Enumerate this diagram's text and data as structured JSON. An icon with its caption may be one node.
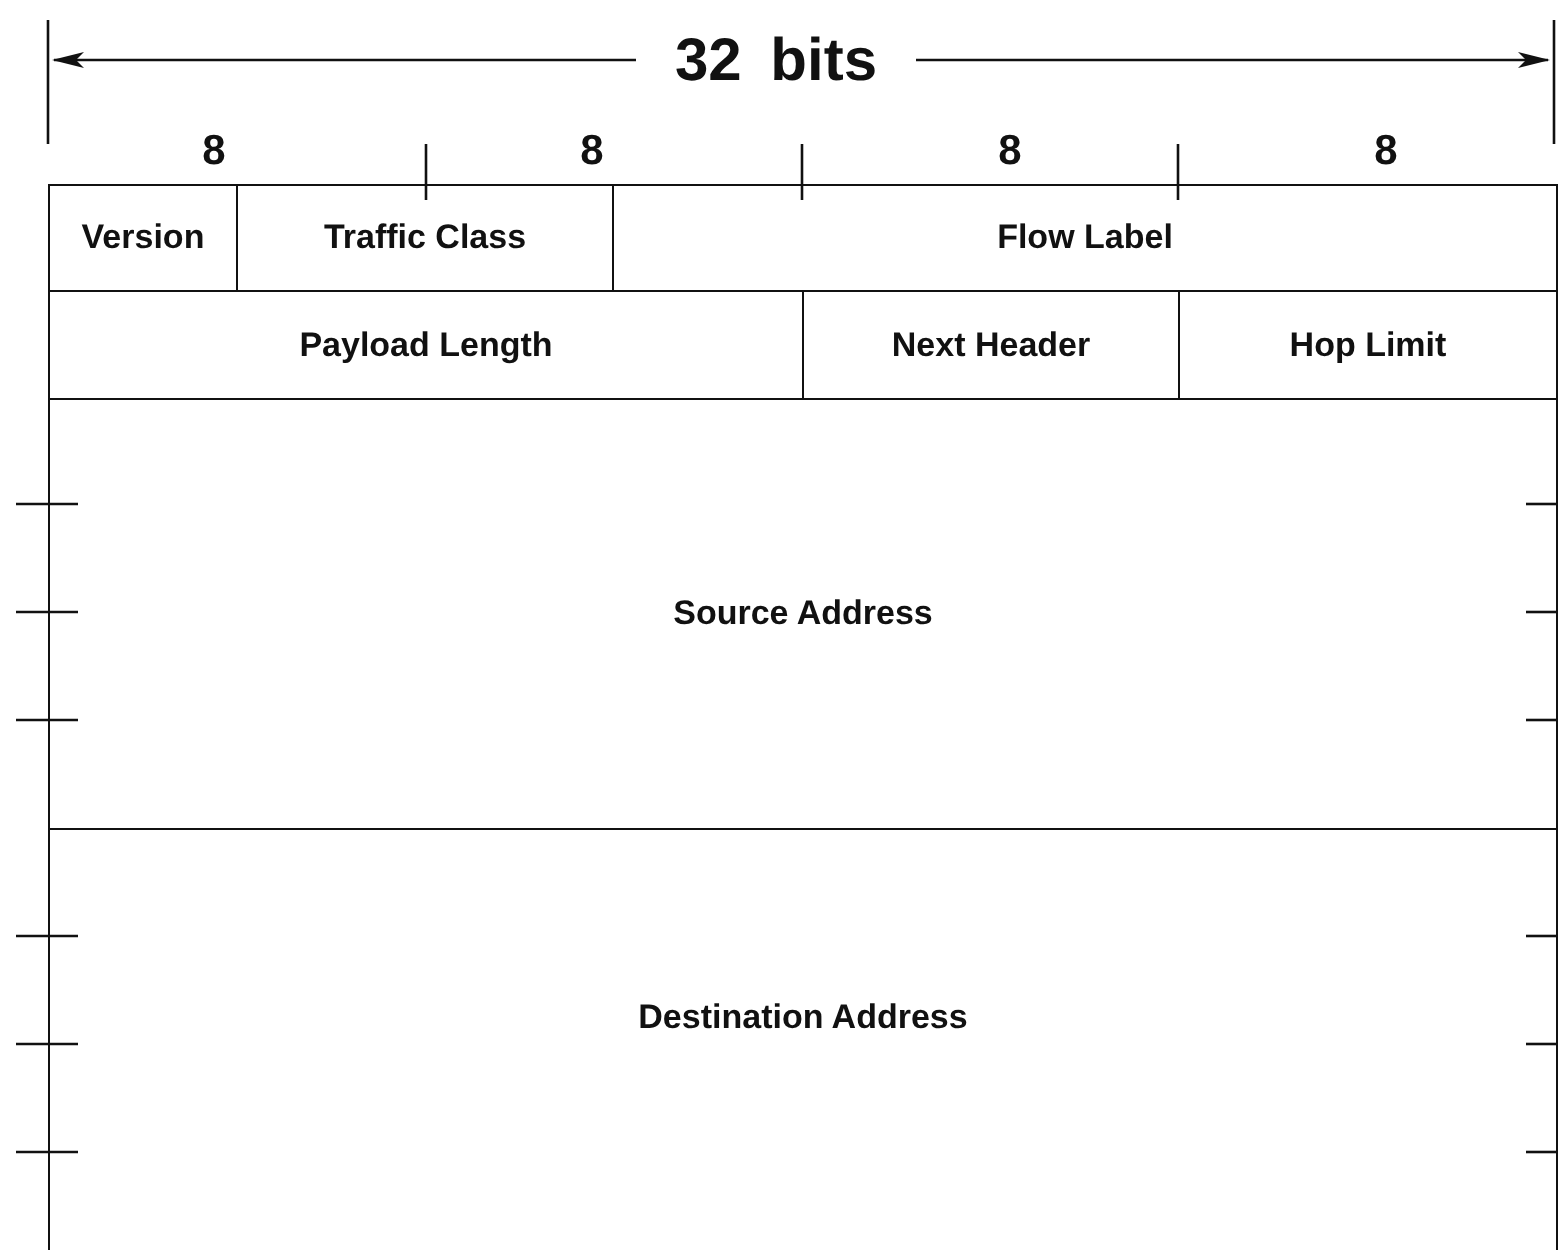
{
  "diagram": {
    "nodes": [
      {
        "text": [
          "Version"
        ]
      },
      {
        "text": [
          "Traffic Class"
        ]
      },
      {
        "text": [
          "Flow Label"
        ]
      },
      {
        "text": [
          "Payload Length"
        ]
      },
      {
        "text": [
          "Next Header"
        ]
      },
      {
        "text": [
          "Hop Limit"
        ]
      },
      {
        "text": [
          "Source Address"
        ]
      },
      {
        "text": [
          "Destination Address"
        ]
      }
    ],
    "labels": [
      "32 bits",
      "8",
      "8",
      "8",
      "8"
    ]
  }
}
